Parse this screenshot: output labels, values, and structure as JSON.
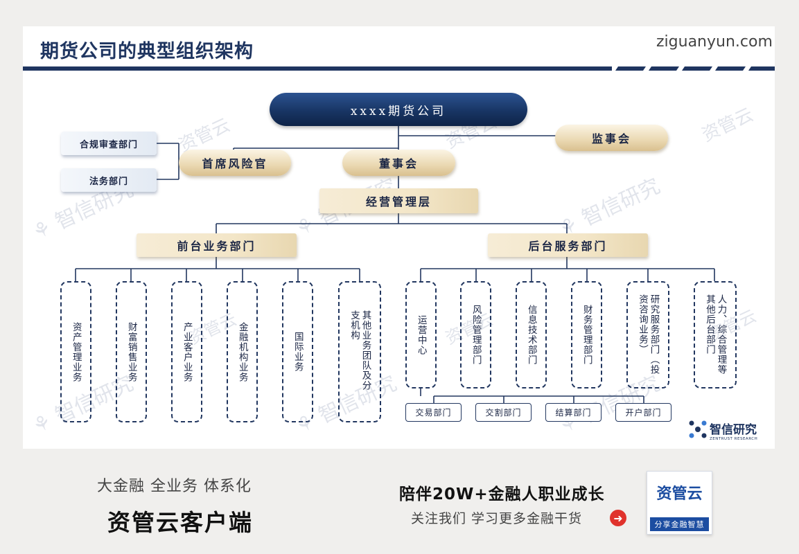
{
  "header": {
    "title": "期货公司的典型组织架构",
    "site": "ziguanyun.com"
  },
  "chart": {
    "company": "xxxx期货公司",
    "supervisory_board": "监事会",
    "board": "董事会",
    "chief_risk_officer": "首席风险官",
    "compliance_dept": "合规审查部门",
    "legal_dept": "法务部门",
    "management": "经营管理层",
    "front_office": "前台业务部门",
    "back_office": "后台服务部门",
    "front_units": [
      "资产管理业务",
      "财富销售业务",
      "产业客户业务",
      "金融机构业务",
      "国际业务",
      "其他业务团队及分支机构"
    ],
    "back_units": [
      "运营中心",
      "风险管理部门",
      "信息技术部门",
      "财务管理部门",
      "研究服务部门（投资咨询业务）",
      "人力、综合管理等其他后台部门"
    ],
    "ops_sub_units": [
      "交易部门",
      "交割部门",
      "结算部门",
      "开户部门"
    ]
  },
  "watermark": {
    "brand": "智信研究",
    "brand_en": "ZENTRUST RESEARCH",
    "site": "ziguanyun.com",
    "partner": "资管云"
  },
  "footer": {
    "tagline": "大金融  全业务  体系化",
    "client": "资管云客户端",
    "slogan": "陪伴20W+金融人职业成长",
    "follow": "关注我们  学习更多金融干货",
    "qr_name": "资管云",
    "qr_tag": "分享金融智慧"
  },
  "brand_logo": {
    "name": "智信研究",
    "name_en": "ZENTRUST RESEARCH"
  },
  "colors": {
    "navy": "#1f3560",
    "gold": "#ead8b1",
    "accent_red": "#e0322c",
    "qr_blue": "#1c4da1"
  }
}
